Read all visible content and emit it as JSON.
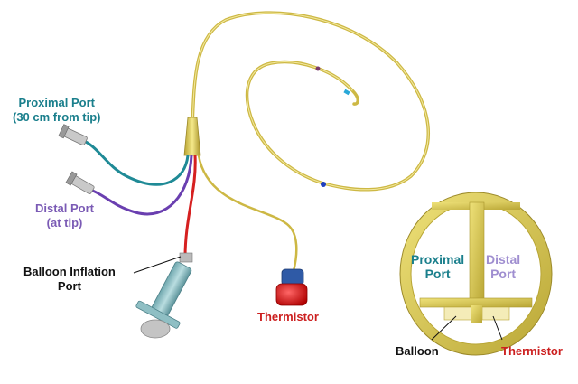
{
  "labels": {
    "proximal_port": {
      "line1": "Proximal Port",
      "line2": "(30 cm from tip)"
    },
    "distal_port": {
      "line1": "Distal Port",
      "line2": "(at tip)"
    },
    "balloon_inflation_port": {
      "line1": "Balloon Inflation",
      "line2": "Port"
    },
    "thermistor": "Thermistor",
    "cross_section": {
      "proximal": {
        "line1": "Proximal",
        "line2": "Port"
      },
      "distal": {
        "line1": "Distal",
        "line2": "Port"
      },
      "balloon": "Balloon",
      "thermistor": "Thermistor"
    }
  },
  "colors": {
    "proximal": "#1a7f8c",
    "distal": "#7b5bb5",
    "thermistor": "#cc1f1f",
    "catheter_body": "#e2d25a",
    "black": "#111111"
  }
}
